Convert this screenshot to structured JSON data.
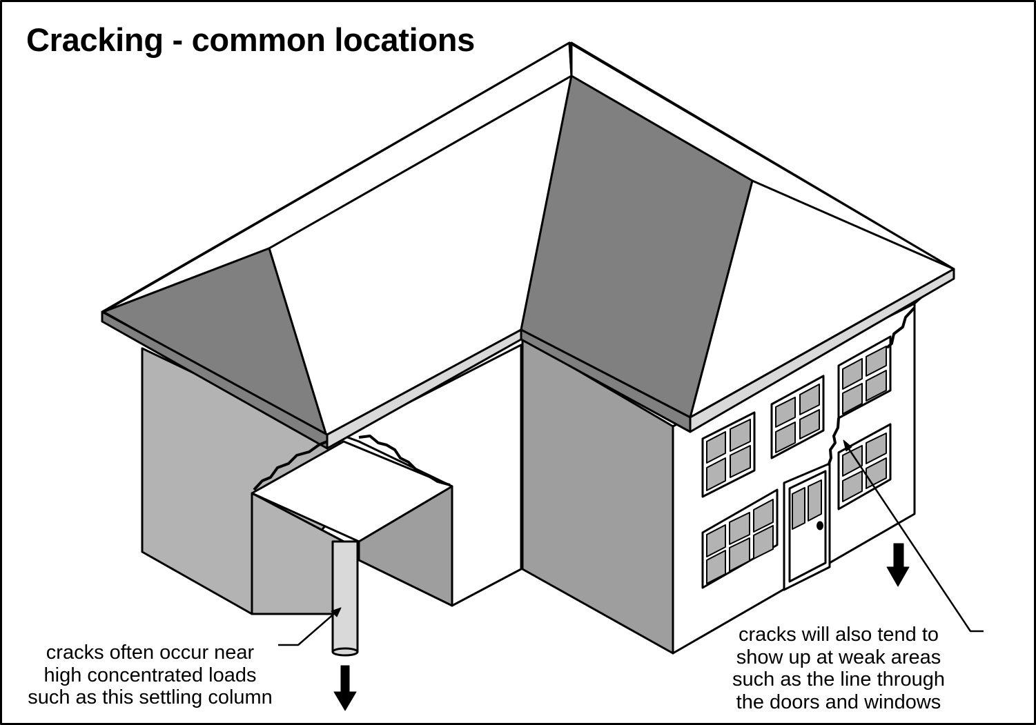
{
  "title": "Cracking - common locations",
  "callouts": {
    "column": {
      "lines": [
        "cracks often occur near",
        "high concentrated loads",
        "such as this settling column"
      ]
    },
    "weak_areas": {
      "lines": [
        "cracks will also tend to",
        "show up at weak areas",
        "such as the line through",
        "the doors and windows"
      ]
    }
  },
  "colors": {
    "outline": "#000000",
    "roof_dark": "#808080",
    "wall_mid": "#b3b3b3",
    "wall_dark": "#9e9e9e",
    "wall_light": "#ffffff",
    "fascia": "#d9d9d9"
  }
}
